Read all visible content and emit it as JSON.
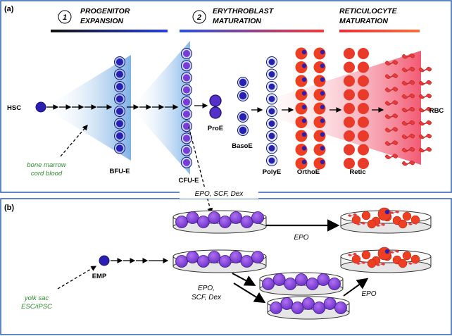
{
  "panel_a": {
    "label": "(a)",
    "header": {
      "step1_num": "1",
      "step1_line1": "PROGENITOR",
      "step1_line2": "EXPANSION",
      "step2_num": "2",
      "step2_line1": "ERYTHROBLAST",
      "step2_line2": "MATURATION",
      "step3_line1": "RETICULOCYTE",
      "step3_line2": "MATURATION"
    },
    "cells": {
      "hsc": "HSC",
      "bfue": "BFU-E",
      "cfue": "CFU-E",
      "proe": "ProE",
      "basoe": "BasoE",
      "polye": "PolyE",
      "orthoe": "OrthoE",
      "retic": "Retic",
      "rbc": "RBC"
    },
    "source_line1": "bone marrow",
    "source_line2": "cord blood"
  },
  "panel_b": {
    "label": "(b)",
    "factors_top": "EPO, SCF, Dex",
    "epo_top": "EPO",
    "emp": "EMP",
    "source_line1": "yolk sac",
    "source_line2": "ESC/iPSC",
    "factors_mid_line1": "EPO,",
    "factors_mid_line2": "SCF, Dex",
    "epo_bottom": "EPO"
  },
  "colors": {
    "frame": "#2f5fb0",
    "progenitor": "#3a1fa0",
    "erythroid": "#e8402a",
    "source_text": "#2e8b2e",
    "blue_bar": "#2a4fd8",
    "red_bar": "#ef4a3a"
  }
}
